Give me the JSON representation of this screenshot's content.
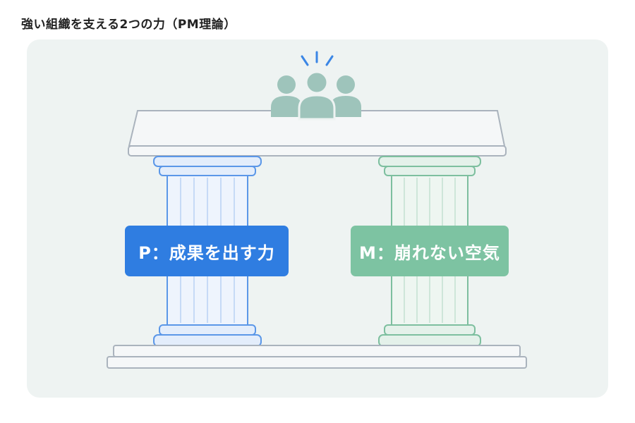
{
  "title": "強い組織を支える2つの力（PM理論）",
  "pillars": {
    "p": {
      "label": "P：成果を出す力",
      "color": "#2f7de1"
    },
    "m": {
      "label": "M：崩れない空気",
      "color": "#7dc3a2"
    }
  },
  "icons": {
    "team": "people-group-icon",
    "rays": "attention-rays-icon"
  },
  "colors": {
    "panel": "#eef3f2",
    "people": "#9ec4bb",
    "roof": "#f5f7f8",
    "outline": "#aab3bd"
  }
}
